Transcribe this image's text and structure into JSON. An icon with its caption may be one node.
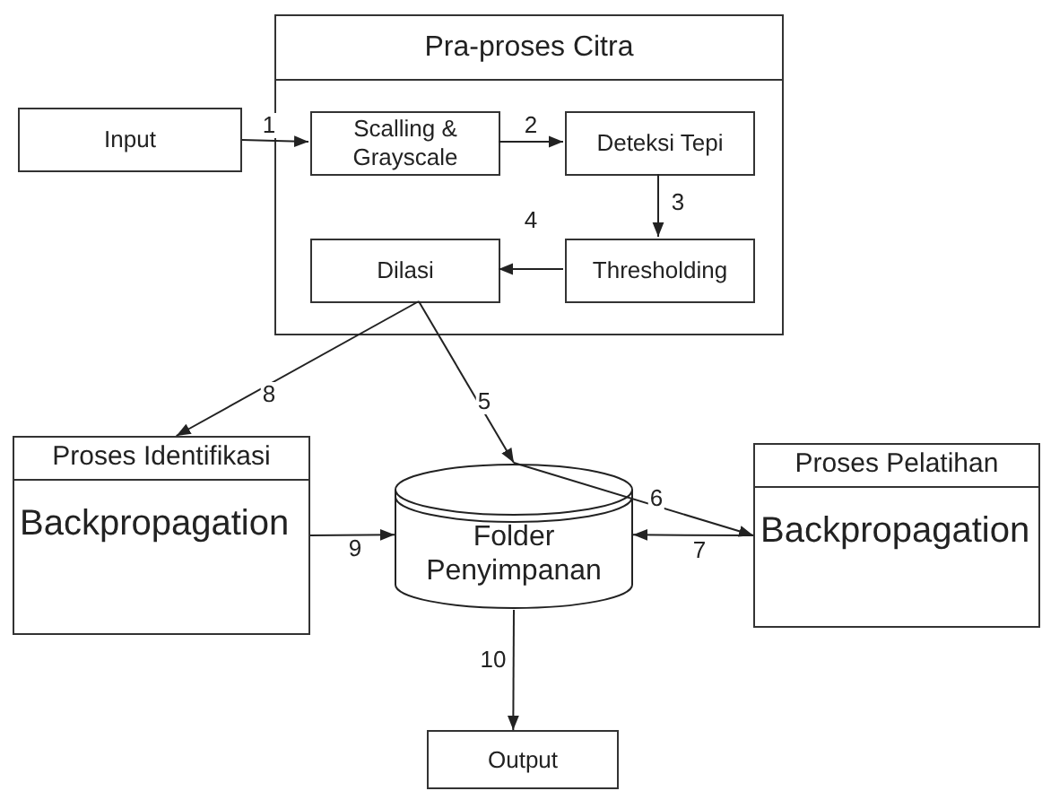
{
  "diagram": {
    "nodes": [
      {
        "text": [
          "Input"
        ]
      },
      {
        "text": [
          "Pra-proses Citra"
        ]
      },
      {
        "text": [
          "Scalling & Grayscale"
        ],
        "in": 1
      },
      {
        "text": [
          "Deteksi Tepi"
        ],
        "in": 1
      },
      {
        "text": [
          "Dilasi"
        ],
        "in": 1
      },
      {
        "text": [
          "Thresholding"
        ],
        "in": 1
      },
      {
        "text": [
          "Proses Identifikasi",
          "Backpropagation"
        ]
      },
      {
        "text": [
          "Folder Penyimpanan"
        ]
      },
      {
        "text": [
          "Proses Pelatihan",
          "Backpropagation"
        ]
      },
      {
        "text": [
          "Output"
        ]
      }
    ],
    "edges": [
      {
        "from": 0,
        "to": 2,
        "arrow": "to",
        "label": "1"
      },
      {
        "from": 2,
        "to": 3,
        "arrow": "to",
        "label": "2"
      },
      {
        "from": 3,
        "to": 5,
        "arrow": "to",
        "label": "3"
      },
      {
        "from": 5,
        "to": 4,
        "arrow": "to",
        "label": "4"
      },
      {
        "from": 4,
        "to": 7,
        "arrow": "to",
        "label": "5"
      },
      {
        "from": 7,
        "to": 8,
        "arrow": "to",
        "label": "6"
      },
      {
        "from": 8,
        "to": 7,
        "arrow": "to",
        "label": "7"
      },
      {
        "from": 4,
        "to": 6,
        "arrow": "to",
        "label": "8"
      },
      {
        "from": 6,
        "to": 7,
        "arrow": "to",
        "label": "9"
      },
      {
        "from": 7,
        "to": 9,
        "arrow": "to",
        "label": "10"
      }
    ]
  }
}
